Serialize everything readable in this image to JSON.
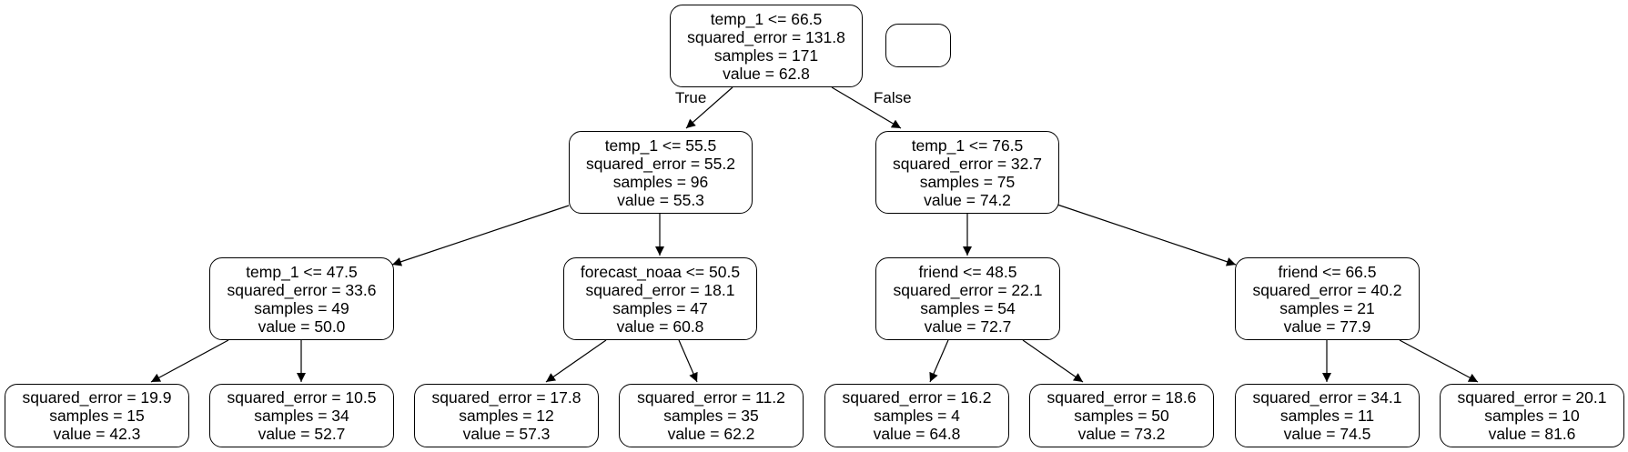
{
  "tree": {
    "root": {
      "lines": [
        "temp_1 <= 66.5",
        "squared_error = 131.8",
        "samples = 171",
        "value = 62.8"
      ]
    },
    "n_l": {
      "lines": [
        "temp_1 <= 55.5",
        "squared_error = 55.2",
        "samples = 96",
        "value = 55.3"
      ]
    },
    "n_r": {
      "lines": [
        "temp_1 <= 76.5",
        "squared_error = 32.7",
        "samples = 75",
        "value = 74.2"
      ]
    },
    "n_ll": {
      "lines": [
        "temp_1 <= 47.5",
        "squared_error = 33.6",
        "samples = 49",
        "value = 50.0"
      ]
    },
    "n_lr": {
      "lines": [
        "forecast_noaa <= 50.5",
        "squared_error = 18.1",
        "samples = 47",
        "value = 60.8"
      ]
    },
    "n_rl": {
      "lines": [
        "friend <= 48.5",
        "squared_error = 22.1",
        "samples = 54",
        "value = 72.7"
      ]
    },
    "n_rr": {
      "lines": [
        "friend <= 66.5",
        "squared_error = 40.2",
        "samples = 21",
        "value = 77.9"
      ]
    },
    "leaf1": {
      "lines": [
        "squared_error = 19.9",
        "samples = 15",
        "value = 42.3"
      ]
    },
    "leaf2": {
      "lines": [
        "squared_error = 10.5",
        "samples = 34",
        "value = 52.7"
      ]
    },
    "leaf3": {
      "lines": [
        "squared_error = 17.8",
        "samples = 12",
        "value = 57.3"
      ]
    },
    "leaf4": {
      "lines": [
        "squared_error = 11.2",
        "samples = 35",
        "value = 62.2"
      ]
    },
    "leaf5": {
      "lines": [
        "squared_error = 16.2",
        "samples = 4",
        "value = 64.8"
      ]
    },
    "leaf6": {
      "lines": [
        "squared_error = 18.6",
        "samples = 50",
        "value = 73.2"
      ]
    },
    "leaf7": {
      "lines": [
        "squared_error = 34.1",
        "samples = 11",
        "value = 74.5"
      ]
    },
    "leaf8": {
      "lines": [
        "squared_error = 20.1",
        "samples = 10",
        "value = 81.6"
      ]
    },
    "edge_labels": {
      "true": "True",
      "false": "False"
    }
  }
}
